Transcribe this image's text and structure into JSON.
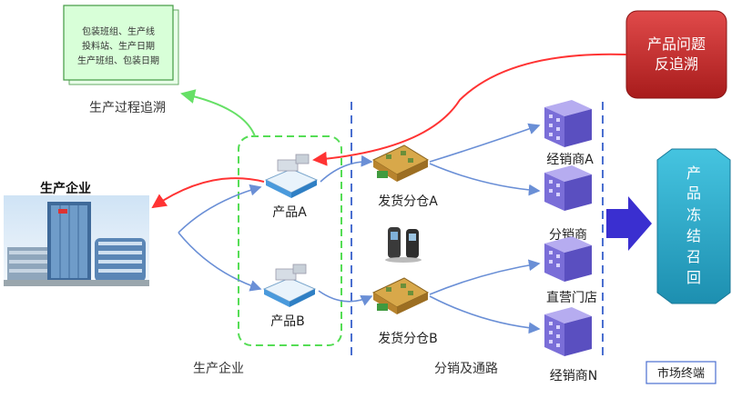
{
  "note": {
    "lines": [
      "包装班组、生产线",
      "投料站、生产日期",
      "生产班组、包装日期"
    ]
  },
  "process_trace_label": "生产过程追溯",
  "enterprise_title": "生产企业",
  "products": {
    "a": "产品A",
    "b": "产品B"
  },
  "warehouses": {
    "a": "发货分仓A",
    "b": "发货分仓B"
  },
  "market": {
    "distributor_a": "经销商A",
    "sub_distributor": "分销商",
    "direct_store": "直营门店",
    "distributor_n": "经销商N"
  },
  "problem_box": {
    "line1": "产品问题",
    "line2": "反追溯"
  },
  "recall": {
    "chars": [
      "产",
      "品",
      "冻",
      "结",
      "召",
      "回"
    ]
  },
  "sections": {
    "production": "生产企业",
    "distribution": "分销及通路",
    "terminal": "市场终端"
  },
  "colors": {
    "green_arrow": "#66e066",
    "red_arrow": "#ff3333",
    "blue_arrow": "#6a8fd6",
    "dashed_green": "#55dd55",
    "dashed_blue": "#4a6fd0",
    "problem_box": "#cc2a2a",
    "recall_box": "#2ba8c8",
    "big_arrow": "#3a2fd0",
    "building": "#7a6ed8"
  }
}
